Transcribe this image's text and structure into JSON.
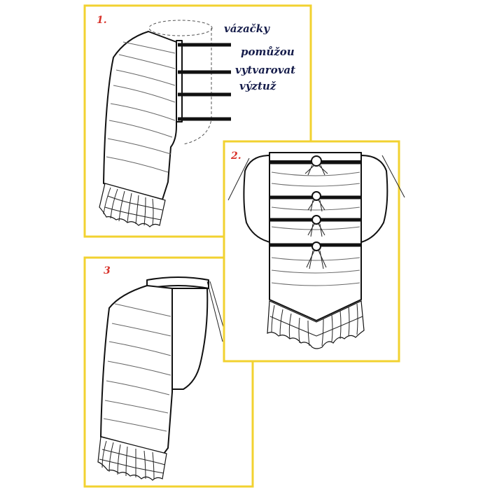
{
  "colors": {
    "frame": "#f2d230",
    "number": "#d8332b",
    "label": "#151c4a",
    "line": "#111111"
  },
  "panels": [
    {
      "number": "1."
    },
    {
      "number": "2."
    },
    {
      "number": "3"
    }
  ],
  "labels": [
    "vázačky",
    "pomůžou",
    "vytvarovat",
    "výztuž"
  ]
}
